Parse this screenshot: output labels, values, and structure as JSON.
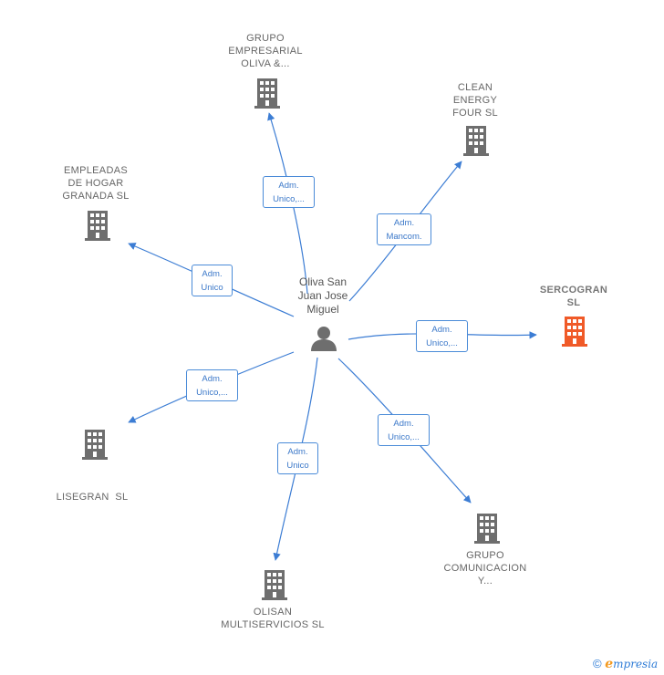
{
  "center": {
    "name_lines": [
      "Oliva San",
      "Juan Jose",
      "Miguel"
    ]
  },
  "nodes": [
    {
      "id": "grupo_empresarial",
      "lines": [
        "GRUPO",
        "EMPRESARIAL",
        "OLIVA &..."
      ],
      "edge": [
        "Adm.",
        "Unico,..."
      ]
    },
    {
      "id": "clean_energy",
      "lines": [
        "CLEAN",
        "ENERGY",
        "FOUR SL"
      ],
      "edge": [
        "Adm.",
        "Mancom."
      ]
    },
    {
      "id": "empleadas",
      "lines": [
        "EMPLEADAS",
        "DE HOGAR",
        "GRANADA SL"
      ],
      "edge": [
        "Adm.",
        "Unico"
      ]
    },
    {
      "id": "sercogran",
      "lines": [
        "SERCOGRAN",
        "SL"
      ],
      "edge": [
        "Adm.",
        "Unico,..."
      ],
      "highlight": true
    },
    {
      "id": "lisegran",
      "lines": [
        "LISEGRAN  SL"
      ],
      "edge": [
        "Adm.",
        "Unico,..."
      ]
    },
    {
      "id": "olisan",
      "lines": [
        "OLISAN",
        "MULTISERVICIOS SL"
      ],
      "edge": [
        "Adm.",
        "Unico"
      ]
    },
    {
      "id": "grupo_comunicacion",
      "lines": [
        "GRUPO",
        "COMUNICACION",
        "Y..."
      ],
      "edge": [
        "Adm.",
        "Unico,..."
      ]
    }
  ],
  "colors": {
    "edge": "#3c7dd4",
    "building": "#6e6e6e",
    "building_highlight": "#f05a28",
    "person": "#6e6e6e"
  },
  "icons": {
    "building": "building-icon",
    "person": "person-icon",
    "copyright": "copyright-icon"
  },
  "footer": {
    "symbol": "©",
    "brand_initial": "e",
    "brand_rest": "mpresia"
  }
}
